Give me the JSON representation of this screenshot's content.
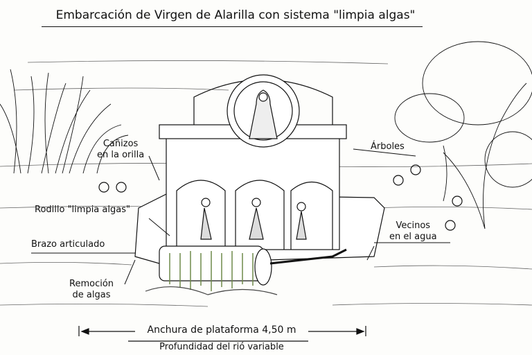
{
  "title": "Embarcación de Virgen de Alarilla con sistema \"limpia algas\"",
  "labels": {
    "reeds": [
      "Cañizos",
      "en la orilla"
    ],
    "trees": "Árboles",
    "roller": "Rodillo \"limpia algas\"",
    "neighbors": [
      "Vecinos",
      "en el agua"
    ],
    "arm": "Brazo articulado",
    "algae_removal": [
      "Remoción",
      "de algas"
    ],
    "width": "Anchura de plataforma 4,50 m",
    "depth": "Profundidad del rió variable"
  },
  "colors": {
    "ink": "#111111",
    "algae": "#6f8a4a",
    "paper": "#fdfdfb"
  }
}
